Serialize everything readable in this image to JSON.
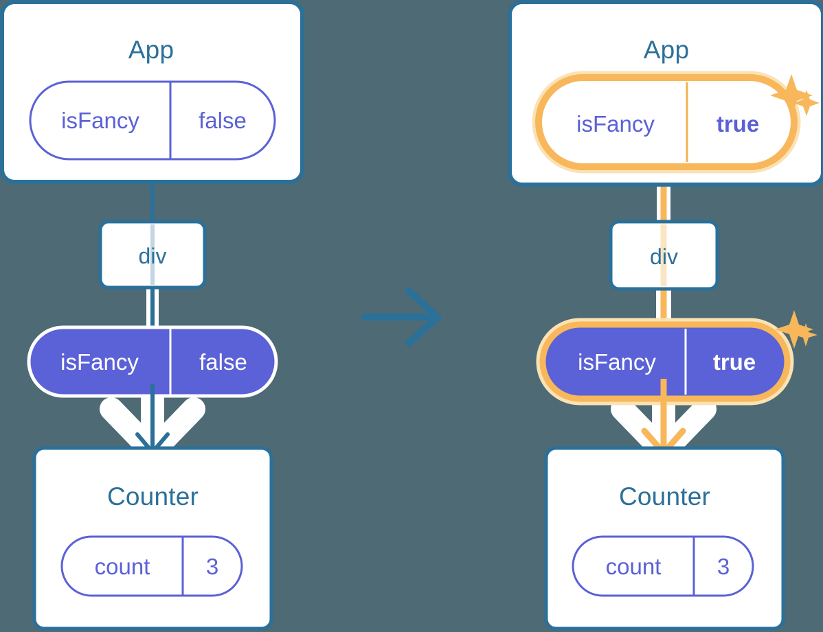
{
  "diagram": {
    "type": "react-state-propagation-diagram",
    "background_color": "#4d6a75",
    "transition_arrow": {
      "icon": "right-arrow-icon",
      "color": "#2b7099"
    },
    "panels": [
      {
        "id": "before",
        "side": "left",
        "highlighted": false,
        "root": {
          "title": "App",
          "state_pill": {
            "name": "isFancy",
            "value": "false",
            "style": "outline",
            "highlighted": false
          }
        },
        "middle": {
          "title": "div"
        },
        "props_pill": {
          "name": "isFancy",
          "value": "false",
          "style": "solid",
          "highlighted": false
        },
        "leaf": {
          "title": "Counter",
          "state_pill": {
            "name": "count",
            "value": "3",
            "style": "outline",
            "highlighted": false
          }
        },
        "connector_color": "#2b7099",
        "sparkles": []
      },
      {
        "id": "after",
        "side": "right",
        "highlighted": true,
        "root": {
          "title": "App",
          "state_pill": {
            "name": "isFancy",
            "value": "true",
            "style": "outline",
            "highlighted": true
          }
        },
        "middle": {
          "title": "div"
        },
        "props_pill": {
          "name": "isFancy",
          "value": "true",
          "style": "solid",
          "highlighted": true
        },
        "leaf": {
          "title": "Counter",
          "state_pill": {
            "name": "count",
            "value": "3",
            "style": "outline",
            "highlighted": false
          }
        },
        "connector_color": "#f7b75a",
        "sparkles": [
          "sparkle-large-icon",
          "sparkle-small-icon"
        ]
      }
    ]
  },
  "colors": {
    "background": "#4d6a75",
    "box_border": "#2b7099",
    "box_fill": "#ffffff",
    "pill_outline_stroke": "#5b61d6",
    "pill_solid_fill": "#5b61d6",
    "text_blue": "#2b7099",
    "text_purple": "#5b61d6",
    "text_white": "#ffffff",
    "highlight_orange": "#f7b75a",
    "highlight_glow": "#fbe2b4",
    "faded_connector": "#c3d6e4",
    "faded_connector_orange": "#fbe6c4",
    "arrow_white": "#ffffff"
  }
}
